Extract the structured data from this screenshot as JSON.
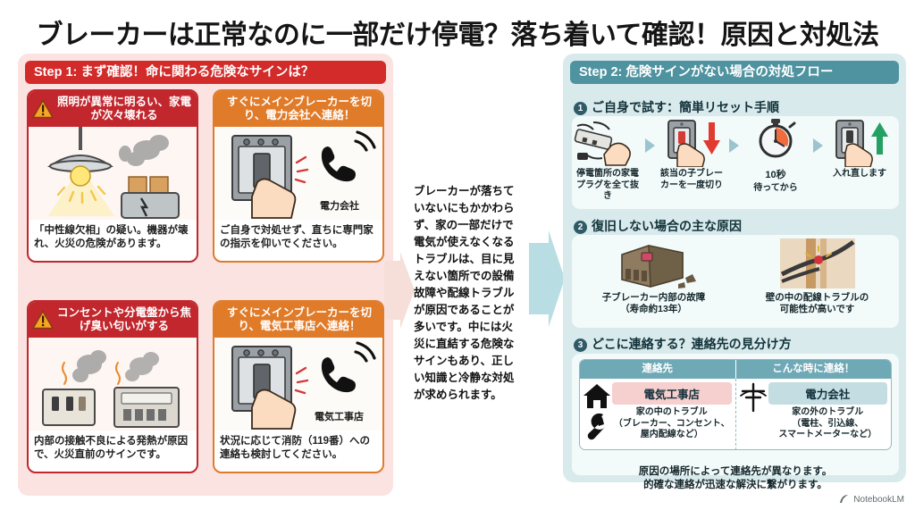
{
  "title": "ブレーカーは正常なのに一部だけ停電？落ち着いて確認！原因と対処法",
  "colors": {
    "step1_header": "#d32a2a",
    "step2_header": "#4f93a0",
    "danger_red": "#c1272d",
    "action_orange": "#e07b2a",
    "panel_pink": "#fae3e1",
    "panel_blue": "#d9eaec"
  },
  "step1": {
    "header": "Step 1: まず確認！命に関わる危険なサインは？",
    "cards": [
      {
        "id": "sign-bright-light",
        "type": "danger",
        "icon": "warning-triangle-icon",
        "head": "照明が異常に明るい、家電が次々壊れる",
        "art": "lamp-and-smoking-toaster",
        "caption": "「中性線欠相」の疑い。機器が壊れ、火災の危険があります。"
      },
      {
        "id": "action-power-company",
        "type": "action",
        "head": "すぐにメインブレーカーを切り、電力会社へ連絡！",
        "art": "breaker-panel-and-phone",
        "art_label": "電力会社",
        "caption": "ご自身で対処せず、直ちに専門家の指示を仰いでください。"
      },
      {
        "id": "sign-burning-smell",
        "type": "danger",
        "icon": "warning-triangle-icon",
        "head": "コンセントや分電盤から焦げ臭い匂いがする",
        "art": "smoking-outlet-and-panel",
        "caption": "内部の接触不良による発熱が原因で、火災直前のサインです。"
      },
      {
        "id": "action-electrician",
        "type": "action",
        "head": "すぐにメインブレーカーを切り、電気工事店へ連絡！",
        "art": "breaker-panel-and-phone",
        "art_label": "電気工事店",
        "caption": "状況に応じて消防（119番）への連絡も検討してください。"
      }
    ]
  },
  "middle_text": "ブレーカーが落ちていないにもかかわらず、家の一部だけで電気が使えなくなるトラブルは、目に見えない箇所での設備故障や配線トラブルが原因であることが多いです。中には火災に直結する危険なサインもあり、正しい知識と冷静な対処が求められます。",
  "step2": {
    "header": "Step 2: 危険サインがない場合の対処フロー",
    "sections": [
      {
        "num": "1",
        "title": "ご自身で試す：簡単リセット手順",
        "steps": [
          {
            "art": "power-strip-unplug-icon",
            "label": "停電箇所の家電プラグを全て抜き"
          },
          {
            "art": "breaker-switch-down-icon",
            "label": "該当の子ブレーカーを一度切り"
          },
          {
            "art": "stopwatch-icon",
            "seconds": "10秒",
            "label": "待ってから"
          },
          {
            "art": "breaker-switch-up-icon",
            "label": "入れ直します"
          }
        ]
      },
      {
        "num": "2",
        "title": "復旧しない場合の主な原因",
        "causes": [
          {
            "art": "broken-breaker-icon",
            "label": "子ブレーカー内部の故障\n（寿命約13年）"
          },
          {
            "art": "wall-wiring-icon",
            "label": "壁の中の配線トラブルの\n可能性が高いです"
          }
        ]
      },
      {
        "num": "3",
        "title": "どこに連絡する？連絡先の見分け方",
        "table": {
          "headers": [
            "連絡先",
            "こんな時に連絡！"
          ],
          "rows": [
            {
              "icon": "house-icon",
              "icon2": "wrench-icon",
              "name": "電気工事店",
              "desc": "家の中のトラブル\n（ブレーカー、コンセント、\n屋内配線など）"
            },
            {
              "icon": "utility-pole-icon",
              "name": "電力会社",
              "desc": "家の外のトラブル\n（電柱、引込線、\nスマートメーターなど）"
            }
          ]
        },
        "footer": "原因の場所によって連絡先が異なります。\n的確な連絡が迅速な解決に繋がります。"
      }
    ]
  },
  "watermark": "NotebookLM"
}
